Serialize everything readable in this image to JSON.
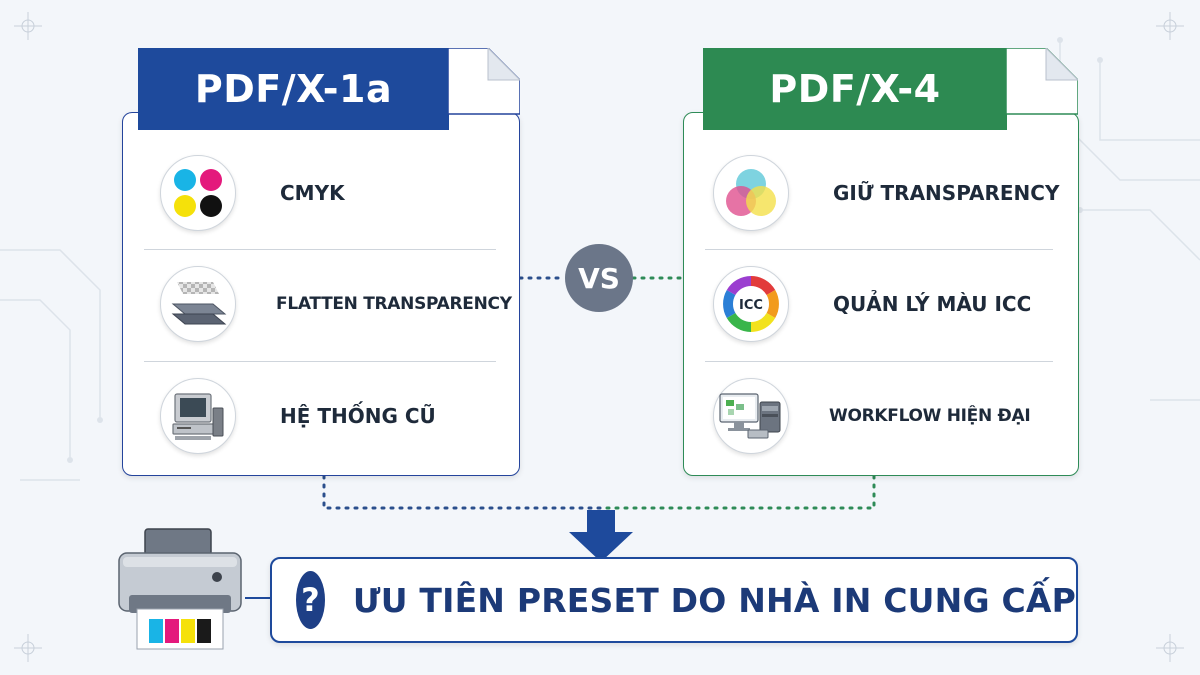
{
  "colors": {
    "left_accent": "#1e4a9c",
    "right_accent": "#2d8a52",
    "vs_badge": "#6b7689",
    "banner_text": "#1c3a78"
  },
  "left_card": {
    "title": "PDF/X-1a",
    "items": [
      {
        "label": "CMYK",
        "icon": "cmyk-dots-icon"
      },
      {
        "label": "FLATTEN TRANSPARENCY",
        "icon": "flatten-layers-icon"
      },
      {
        "label": "HỆ THỐNG CŨ",
        "icon": "legacy-computer-icon"
      }
    ]
  },
  "right_card": {
    "title": "PDF/X-4",
    "items": [
      {
        "label": "GIỮ TRANSPARENCY",
        "icon": "transparency-circles-icon"
      },
      {
        "label": "QUẢN LÝ MÀU ICC",
        "icon": "icc-color-wheel-icon",
        "icon_text": "ICC"
      },
      {
        "label": "WORKFLOW HIỆN ĐẠI",
        "icon": "modern-workstation-icon"
      }
    ]
  },
  "vs_label": "VS",
  "banner": {
    "badge": "?",
    "text": "ƯU TIÊN PRESET DO NHÀ IN CUNG CẤP",
    "icon": "printer-icon"
  }
}
